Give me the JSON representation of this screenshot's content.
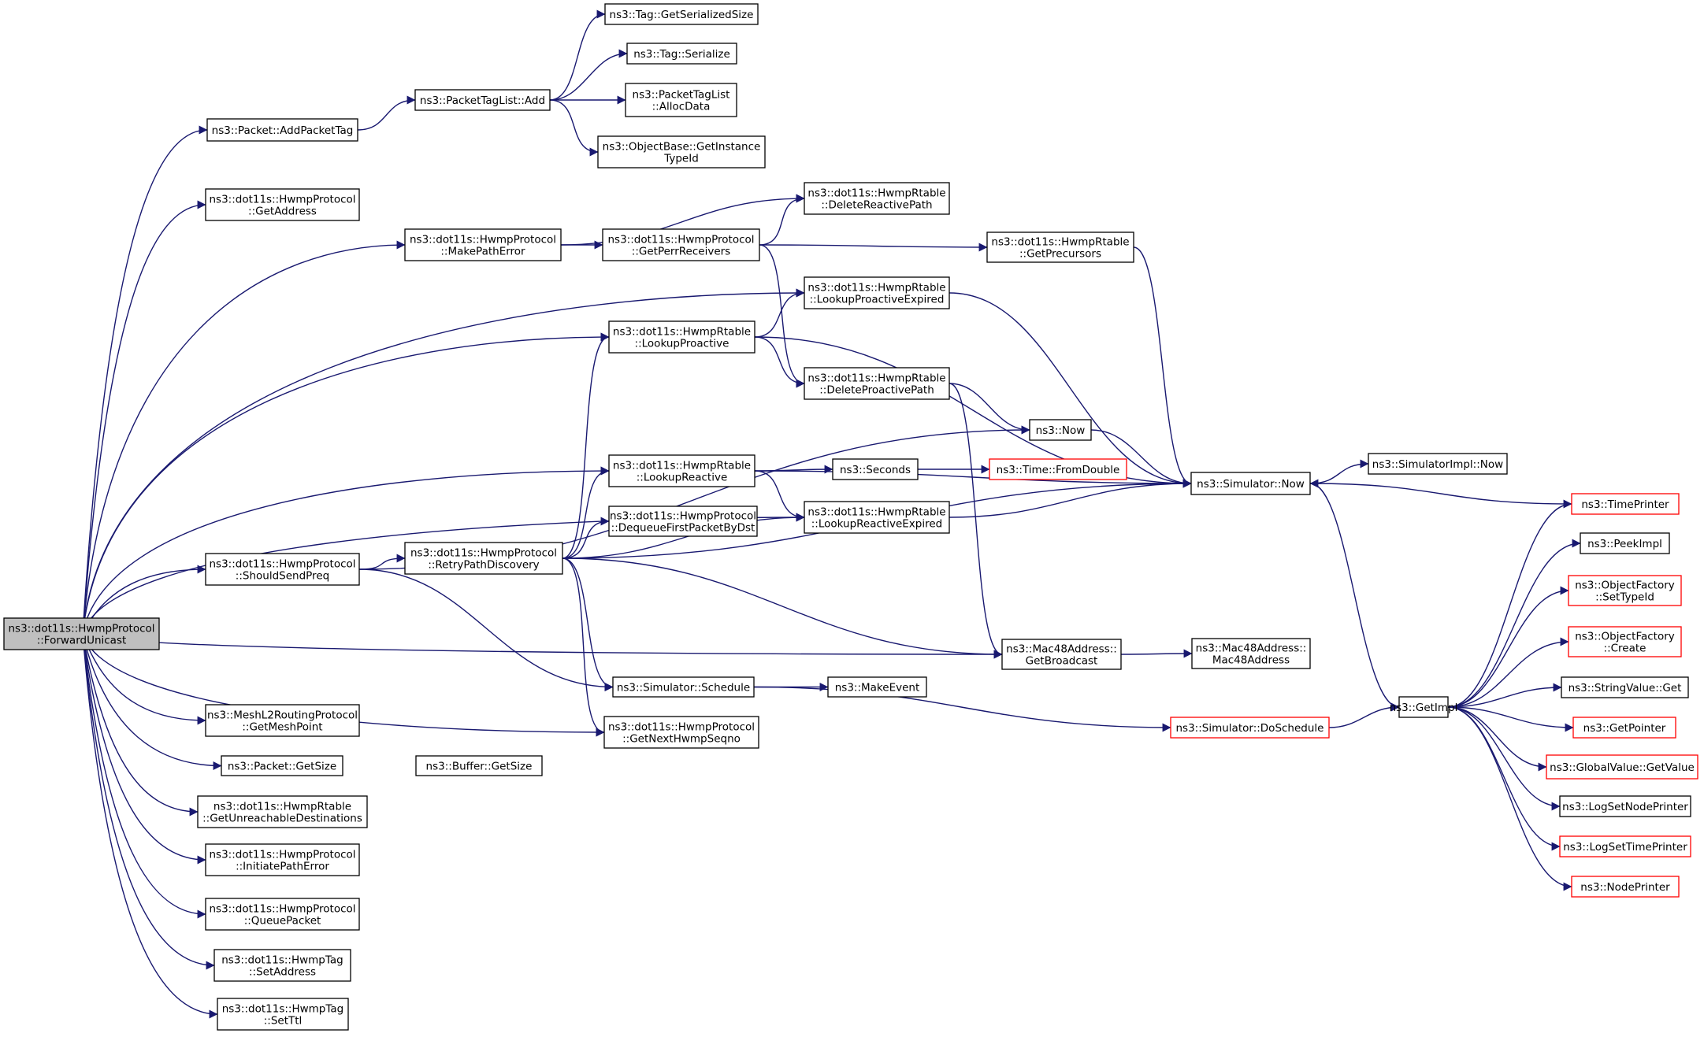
{
  "colors": {
    "edge": "#191970",
    "box_stroke": "#000000",
    "box_fill": "#ffffff",
    "root_fill": "#bfbfbf",
    "truncated_stroke": "#ff0000"
  },
  "nodes": [
    {
      "id": "n0",
      "lines": [
        "ns3::dot11s::HwmpProtocol",
        "::ForwardUnicast"
      ],
      "style": "root"
    },
    {
      "id": "n1",
      "lines": [
        "ns3::Packet::AddPacketTag"
      ],
      "style": "normal"
    },
    {
      "id": "n2",
      "lines": [
        "ns3::PacketTagList::Add"
      ],
      "style": "normal"
    },
    {
      "id": "n3",
      "lines": [
        "ns3::Tag::GetSerializedSize"
      ],
      "style": "normal"
    },
    {
      "id": "n4",
      "lines": [
        "ns3::Tag::Serialize"
      ],
      "style": "normal"
    },
    {
      "id": "n5",
      "lines": [
        "ns3::PacketTagList",
        "::AllocData"
      ],
      "style": "normal"
    },
    {
      "id": "n6",
      "lines": [
        "ns3::ObjectBase::GetInstance",
        "TypeId"
      ],
      "style": "normal"
    },
    {
      "id": "n7",
      "lines": [
        "ns3::dot11s::HwmpProtocol",
        "::GetAddress"
      ],
      "style": "normal"
    },
    {
      "id": "n8",
      "lines": [
        "ns3::dot11s::HwmpProtocol",
        "::MakePathError"
      ],
      "style": "normal"
    },
    {
      "id": "n9",
      "lines": [
        "ns3::dot11s::HwmpProtocol",
        "::GetPerrReceivers"
      ],
      "style": "normal"
    },
    {
      "id": "n10",
      "lines": [
        "ns3::dot11s::HwmpRtable",
        "::DeleteReactivePath"
      ],
      "style": "normal"
    },
    {
      "id": "n11",
      "lines": [
        "ns3::dot11s::HwmpRtable",
        "::GetPrecursors"
      ],
      "style": "normal"
    },
    {
      "id": "n12",
      "lines": [
        "ns3::dot11s::HwmpRtable",
        "::LookupProactiveExpired"
      ],
      "style": "normal"
    },
    {
      "id": "n13",
      "lines": [
        "ns3::dot11s::HwmpRtable",
        "::LookupProactive"
      ],
      "style": "normal"
    },
    {
      "id": "n14",
      "lines": [
        "ns3::dot11s::HwmpRtable",
        "::DeleteProactivePath"
      ],
      "style": "normal"
    },
    {
      "id": "n15",
      "lines": [
        "ns3::Now"
      ],
      "style": "normal"
    },
    {
      "id": "n16",
      "lines": [
        "ns3::dot11s::HwmpRtable",
        "::LookupReactive"
      ],
      "style": "normal"
    },
    {
      "id": "n17",
      "lines": [
        "ns3::Seconds"
      ],
      "style": "normal"
    },
    {
      "id": "n18",
      "lines": [
        "ns3::Time::FromDouble"
      ],
      "style": "truncated"
    },
    {
      "id": "n19",
      "lines": [
        "ns3::Simulator::Now"
      ],
      "style": "normal"
    },
    {
      "id": "n20",
      "lines": [
        "ns3::SimulatorImpl::Now"
      ],
      "style": "normal"
    },
    {
      "id": "n21",
      "lines": [
        "ns3::dot11s::HwmpProtocol",
        "::DequeueFirstPacketByDst"
      ],
      "style": "normal"
    },
    {
      "id": "n22",
      "lines": [
        "ns3::dot11s::HwmpRtable",
        "::LookupReactiveExpired"
      ],
      "style": "normal"
    },
    {
      "id": "n23",
      "lines": [
        "ns3::dot11s::HwmpProtocol",
        "::ShouldSendPreq"
      ],
      "style": "normal"
    },
    {
      "id": "n24",
      "lines": [
        "ns3::dot11s::HwmpProtocol",
        "::RetryPathDiscovery"
      ],
      "style": "normal"
    },
    {
      "id": "n25",
      "lines": [
        "ns3::Mac48Address::",
        "GetBroadcast"
      ],
      "style": "normal"
    },
    {
      "id": "n26",
      "lines": [
        "ns3::Mac48Address::",
        "Mac48Address"
      ],
      "style": "normal"
    },
    {
      "id": "n27",
      "lines": [
        "ns3::Simulator::Schedule"
      ],
      "style": "normal"
    },
    {
      "id": "n28",
      "lines": [
        "ns3::MakeEvent"
      ],
      "style": "normal"
    },
    {
      "id": "n29",
      "lines": [
        "ns3::Simulator::DoSchedule"
      ],
      "style": "truncated"
    },
    {
      "id": "n30",
      "lines": [
        "ns3::GetImpl"
      ],
      "style": "normal"
    },
    {
      "id": "n31",
      "lines": [
        "ns3::MeshL2RoutingProtocol",
        "::GetMeshPoint"
      ],
      "style": "normal"
    },
    {
      "id": "n32",
      "lines": [
        "ns3::dot11s::HwmpProtocol",
        "::GetNextHwmpSeqno"
      ],
      "style": "normal"
    },
    {
      "id": "n33",
      "lines": [
        "ns3::Packet::GetSize"
      ],
      "style": "normal"
    },
    {
      "id": "n34",
      "lines": [
        "ns3::Buffer::GetSize"
      ],
      "style": "normal"
    },
    {
      "id": "n35",
      "lines": [
        "ns3::dot11s::HwmpRtable",
        "::GetUnreachableDestinations"
      ],
      "style": "normal"
    },
    {
      "id": "n36",
      "lines": [
        "ns3::dot11s::HwmpProtocol",
        "::InitiatePathError"
      ],
      "style": "normal"
    },
    {
      "id": "n37",
      "lines": [
        "ns3::dot11s::HwmpProtocol",
        "::QueuePacket"
      ],
      "style": "normal"
    },
    {
      "id": "n38",
      "lines": [
        "ns3::dot11s::HwmpTag",
        "::SetAddress"
      ],
      "style": "normal"
    },
    {
      "id": "n39",
      "lines": [
        "ns3::dot11s::HwmpTag",
        "::SetTtl"
      ],
      "style": "normal"
    },
    {
      "id": "n40",
      "lines": [
        "ns3::TimePrinter"
      ],
      "style": "truncated"
    },
    {
      "id": "n41",
      "lines": [
        "ns3::PeekImpl"
      ],
      "style": "normal"
    },
    {
      "id": "n42",
      "lines": [
        "ns3::ObjectFactory",
        "::SetTypeId"
      ],
      "style": "truncated"
    },
    {
      "id": "n43",
      "lines": [
        "ns3::ObjectFactory",
        "::Create"
      ],
      "style": "truncated"
    },
    {
      "id": "n44",
      "lines": [
        "ns3::StringValue::Get"
      ],
      "style": "normal"
    },
    {
      "id": "n45",
      "lines": [
        "ns3::GetPointer"
      ],
      "style": "truncated"
    },
    {
      "id": "n46",
      "lines": [
        "ns3::GlobalValue::GetValue"
      ],
      "style": "truncated"
    },
    {
      "id": "n47",
      "lines": [
        "ns3::LogSetNodePrinter"
      ],
      "style": "normal"
    },
    {
      "id": "n48",
      "lines": [
        "ns3::LogSetTimePrinter"
      ],
      "style": "truncated"
    },
    {
      "id": "n49",
      "lines": [
        "ns3::NodePrinter"
      ],
      "style": "truncated"
    }
  ],
  "edges": [
    [
      "n0",
      "n1"
    ],
    [
      "n0",
      "n7"
    ],
    [
      "n0",
      "n8"
    ],
    [
      "n0",
      "n12"
    ],
    [
      "n0",
      "n13"
    ],
    [
      "n0",
      "n22"
    ],
    [
      "n0",
      "n16"
    ],
    [
      "n0",
      "n23"
    ],
    [
      "n0",
      "n25"
    ],
    [
      "n0",
      "n32"
    ],
    [
      "n0",
      "n31"
    ],
    [
      "n0",
      "n33"
    ],
    [
      "n0",
      "n35"
    ],
    [
      "n0",
      "n36"
    ],
    [
      "n0",
      "n37"
    ],
    [
      "n0",
      "n38"
    ],
    [
      "n0",
      "n39"
    ],
    [
      "n1",
      "n2"
    ],
    [
      "n2",
      "n3"
    ],
    [
      "n2",
      "n4"
    ],
    [
      "n2",
      "n5"
    ],
    [
      "n2",
      "n6"
    ],
    [
      "n8",
      "n9"
    ],
    [
      "n8",
      "n10"
    ],
    [
      "n9",
      "n10"
    ],
    [
      "n9",
      "n11"
    ],
    [
      "n9",
      "n14"
    ],
    [
      "n11",
      "n19"
    ],
    [
      "n12",
      "n19"
    ],
    [
      "n13",
      "n12"
    ],
    [
      "n13",
      "n14"
    ],
    [
      "n13",
      "n19"
    ],
    [
      "n14",
      "n15"
    ],
    [
      "n14",
      "n25"
    ],
    [
      "n15",
      "n19"
    ],
    [
      "n16",
      "n17"
    ],
    [
      "n16",
      "n22"
    ],
    [
      "n16",
      "n19"
    ],
    [
      "n17",
      "n18"
    ],
    [
      "n22",
      "n19"
    ],
    [
      "n23",
      "n15"
    ],
    [
      "n23",
      "n24"
    ],
    [
      "n23",
      "n27"
    ],
    [
      "n24",
      "n13"
    ],
    [
      "n24",
      "n16"
    ],
    [
      "n24",
      "n21"
    ],
    [
      "n24",
      "n22"
    ],
    [
      "n24",
      "n19"
    ],
    [
      "n24",
      "n25"
    ],
    [
      "n24",
      "n27"
    ],
    [
      "n24",
      "n32"
    ],
    [
      "n25",
      "n26"
    ],
    [
      "n27",
      "n28"
    ],
    [
      "n27",
      "n29"
    ],
    [
      "n29",
      "n30"
    ],
    [
      "n19",
      "n20"
    ],
    [
      "n19",
      "n30"
    ],
    [
      "n40",
      "n19"
    ],
    [
      "n30",
      "n40"
    ],
    [
      "n30",
      "n41"
    ],
    [
      "n30",
      "n42"
    ],
    [
      "n30",
      "n43"
    ],
    [
      "n30",
      "n44"
    ],
    [
      "n30",
      "n45"
    ],
    [
      "n30",
      "n46"
    ],
    [
      "n30",
      "n47"
    ],
    [
      "n30",
      "n48"
    ],
    [
      "n30",
      "n49"
    ]
  ]
}
